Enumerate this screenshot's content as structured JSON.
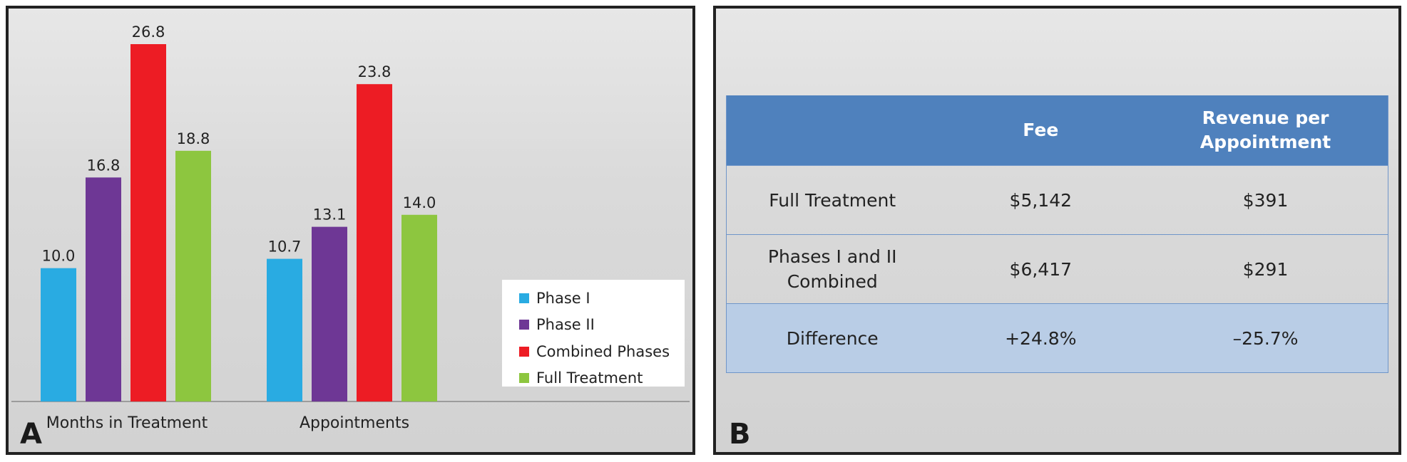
{
  "panel_a": {
    "letter": "A",
    "categories": [
      "Months in Treatment",
      "Appointments"
    ]
  },
  "panel_b": {
    "letter": "B",
    "table": {
      "headers": [
        "",
        "Fee",
        "Revenue per Appointment"
      ],
      "rows": [
        {
          "label": "Full Treatment",
          "fee": "$5,142",
          "revenue": "$391"
        },
        {
          "label": "Phases I and II Combined",
          "fee": "$6,417",
          "revenue": "$291"
        },
        {
          "label": "Difference",
          "fee": "+24.8%",
          "revenue": "–25.7%"
        }
      ]
    }
  },
  "chart_data": [
    {
      "type": "bar",
      "categories": [
        "Months in Treatment",
        "Appointments"
      ],
      "series": [
        {
          "name": "Phase I",
          "color": "#29abe2",
          "values": [
            10.0,
            10.7
          ]
        },
        {
          "name": "Phase II",
          "color": "#6e3795",
          "values": [
            16.8,
            13.1
          ]
        },
        {
          "name": "Combined Phases",
          "color": "#ed1c24",
          "values": [
            26.8,
            23.8
          ]
        },
        {
          "name": "Full Treatment",
          "color": "#8dc63f",
          "values": [
            18.8,
            14.0
          ]
        }
      ],
      "data_labels": [
        [
          "10.0",
          "16.8",
          "26.8",
          "18.8"
        ],
        [
          "10.7",
          "13.1",
          "23.8",
          "14.0"
        ]
      ],
      "legend": "right",
      "grid": false,
      "ylim": [
        0,
        26.8
      ]
    },
    {
      "type": "table",
      "columns": [
        "",
        "Fee",
        "Revenue per Appointment"
      ],
      "rows": [
        [
          "Full Treatment",
          "$5,142",
          "$391"
        ],
        [
          "Phases I and II Combined",
          "$6,417",
          "$291"
        ],
        [
          "Difference",
          "+24.8%",
          "–25.7%"
        ]
      ]
    }
  ]
}
